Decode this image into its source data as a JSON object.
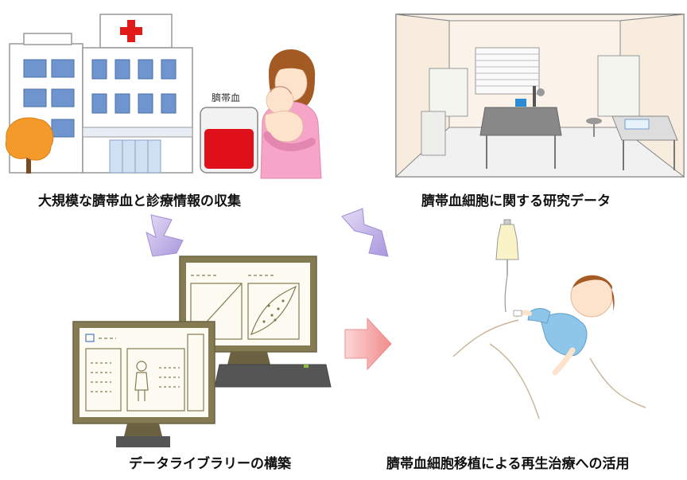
{
  "captions": {
    "hospital": "大規模な臍帯血と診療情報の収集",
    "lab": "臍帯血細胞に関する研究データ",
    "library": "データライブラリーの構築",
    "therapy": "臍帯血細胞移植による再生治療への活用"
  },
  "blood_bag_label": "臍帯血",
  "icons": [
    "hospital-icon",
    "mother-baby-icon",
    "blood-bag-icon",
    "laboratory-icon",
    "monitor-icon",
    "patient-icon",
    "arrow-icon"
  ],
  "colors": {
    "arrow_purple": "#b9a7e0",
    "arrow_pink": "#f4a8a8",
    "blood_red": "#e0101a",
    "cross_red": "#e31a1a",
    "window_blue": "#5b84c4",
    "mother_pink": "#f6a5c8",
    "tree_orange": "#f39a2b",
    "monitor_olive": "#857b52",
    "patient_shirt": "#8ec6ea",
    "bed_line": "#c9b79a"
  }
}
